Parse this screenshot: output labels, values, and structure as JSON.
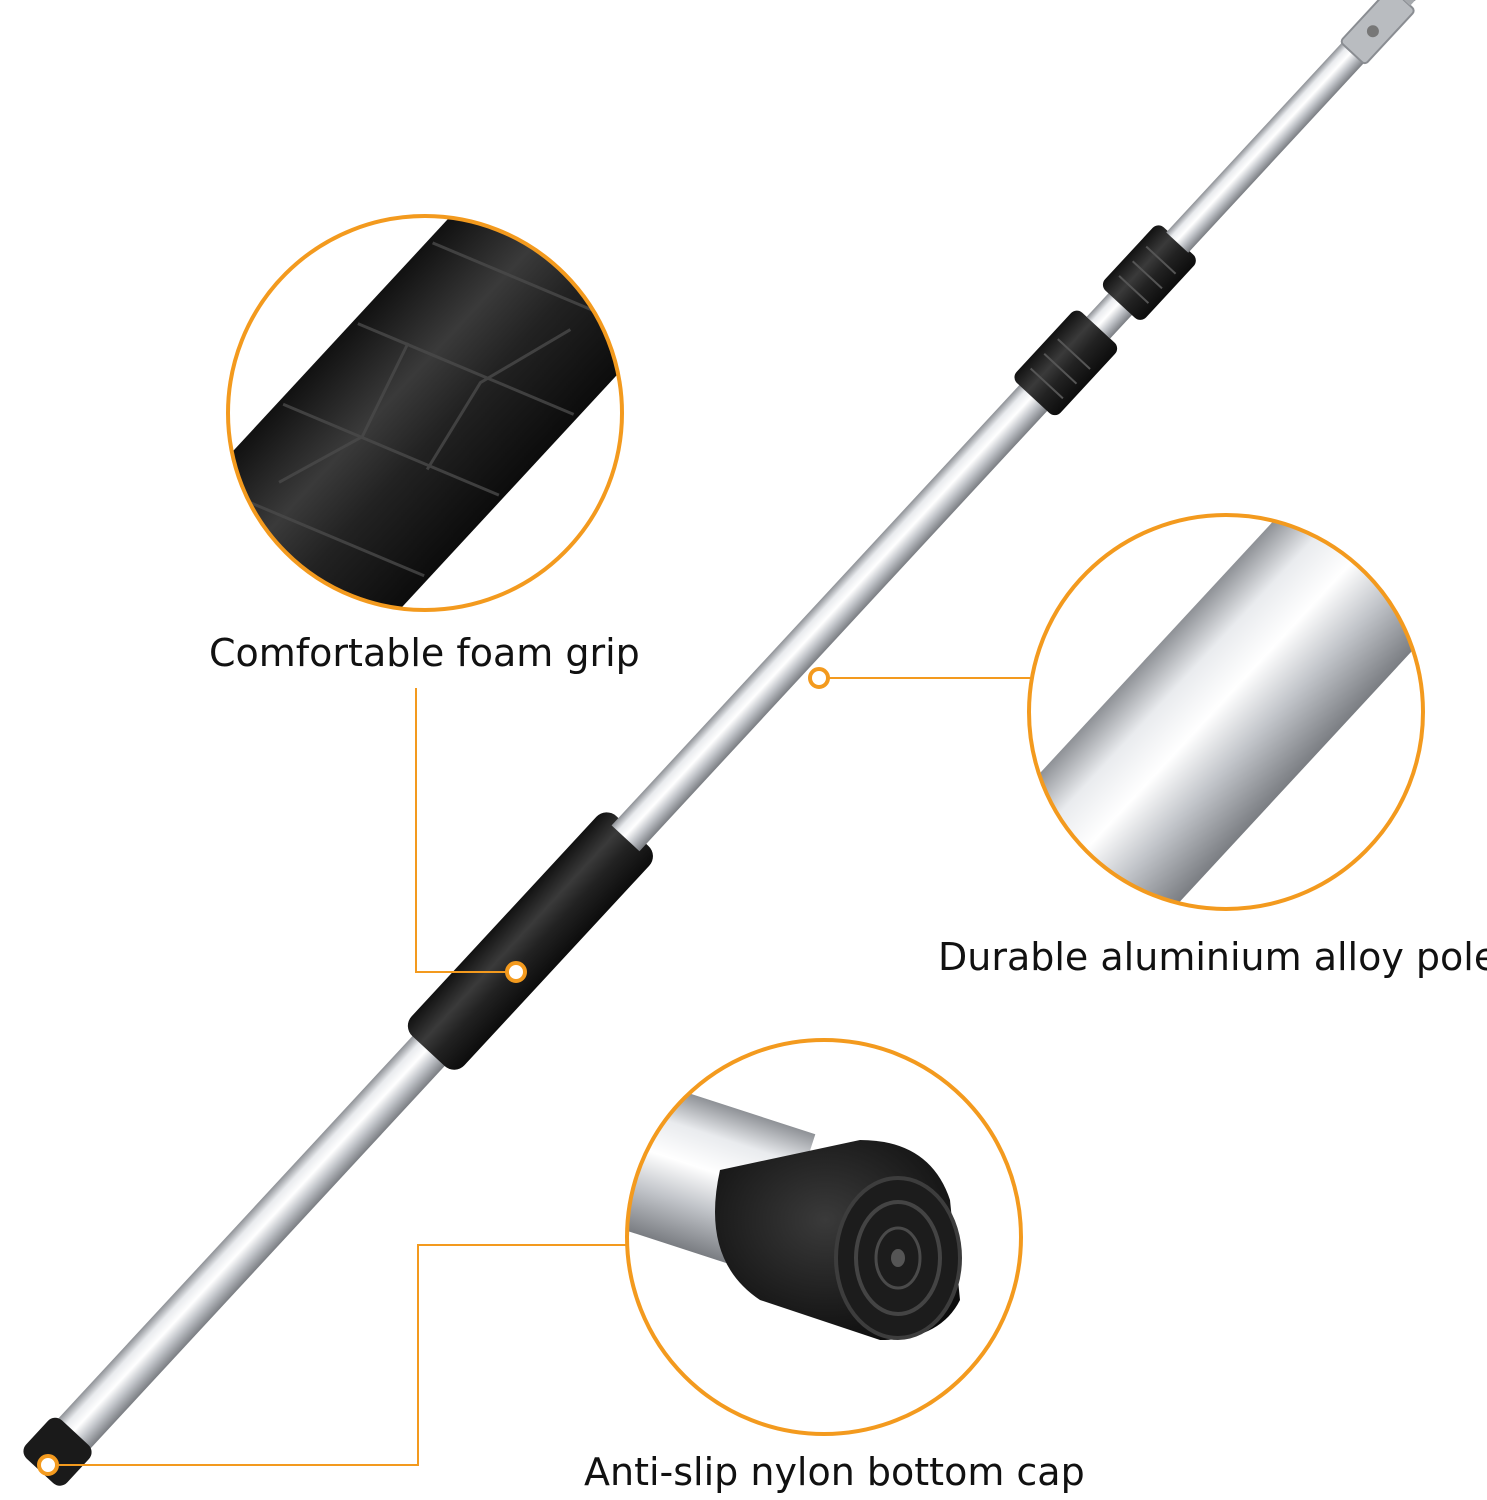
{
  "callouts": {
    "grip": {
      "label": "Comfortable foam grip"
    },
    "pole": {
      "label": "Durable aluminium alloy pole"
    },
    "cap": {
      "label": "Anti-slip nylon bottom cap"
    }
  },
  "colors": {
    "accent": "#f39a1e",
    "foam": "#262626",
    "aluminium": "#c9ccd0",
    "background": "#ffffff"
  }
}
